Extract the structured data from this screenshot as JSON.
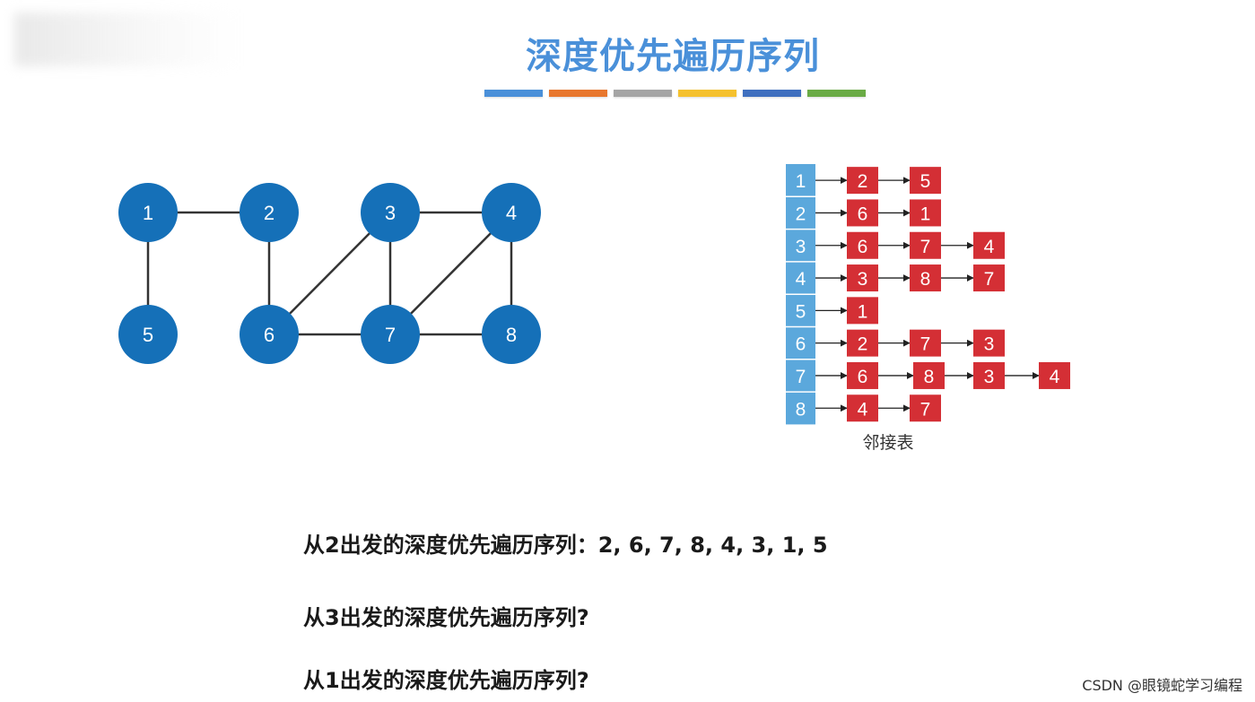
{
  "title": "深度优先遍历序列",
  "color_bar": [
    "#4a90d9",
    "#e8772e",
    "#a5a5a5",
    "#f5c12e",
    "#3f6fbf",
    "#6aab45"
  ],
  "graph": {
    "node_color": "#1570b8",
    "nodes": [
      "1",
      "2",
      "3",
      "4",
      "5",
      "6",
      "7",
      "8"
    ],
    "edges": [
      [
        "1",
        "2"
      ],
      [
        "1",
        "5"
      ],
      [
        "2",
        "6"
      ],
      [
        "3",
        "4"
      ],
      [
        "3",
        "6"
      ],
      [
        "3",
        "7"
      ],
      [
        "4",
        "7"
      ],
      [
        "4",
        "8"
      ],
      [
        "6",
        "7"
      ],
      [
        "7",
        "8"
      ]
    ]
  },
  "adjacency_list": {
    "caption": "邻接表",
    "head_color": "#5ba8dc",
    "cell_color": "#d42f35",
    "rows": [
      {
        "head": "1",
        "neighbors": [
          "2",
          "5"
        ]
      },
      {
        "head": "2",
        "neighbors": [
          "6",
          "1"
        ]
      },
      {
        "head": "3",
        "neighbors": [
          "6",
          "7",
          "4"
        ]
      },
      {
        "head": "4",
        "neighbors": [
          "3",
          "8",
          "7"
        ]
      },
      {
        "head": "5",
        "neighbors": [
          "1"
        ]
      },
      {
        "head": "6",
        "neighbors": [
          "2",
          "7",
          "3"
        ]
      },
      {
        "head": "7",
        "neighbors": [
          "6",
          "8",
          "3",
          "4"
        ]
      },
      {
        "head": "8",
        "neighbors": [
          "4",
          "7"
        ]
      }
    ]
  },
  "questions": {
    "q1": "从2出发的深度优先遍历序列：2, 6, 7, 8, 4, 3, 1, 5",
    "q2": "从3出发的深度优先遍历序列?",
    "q3": "从1出发的深度优先遍历序列?"
  },
  "footer": "CSDN @眼镜蛇学习编程"
}
